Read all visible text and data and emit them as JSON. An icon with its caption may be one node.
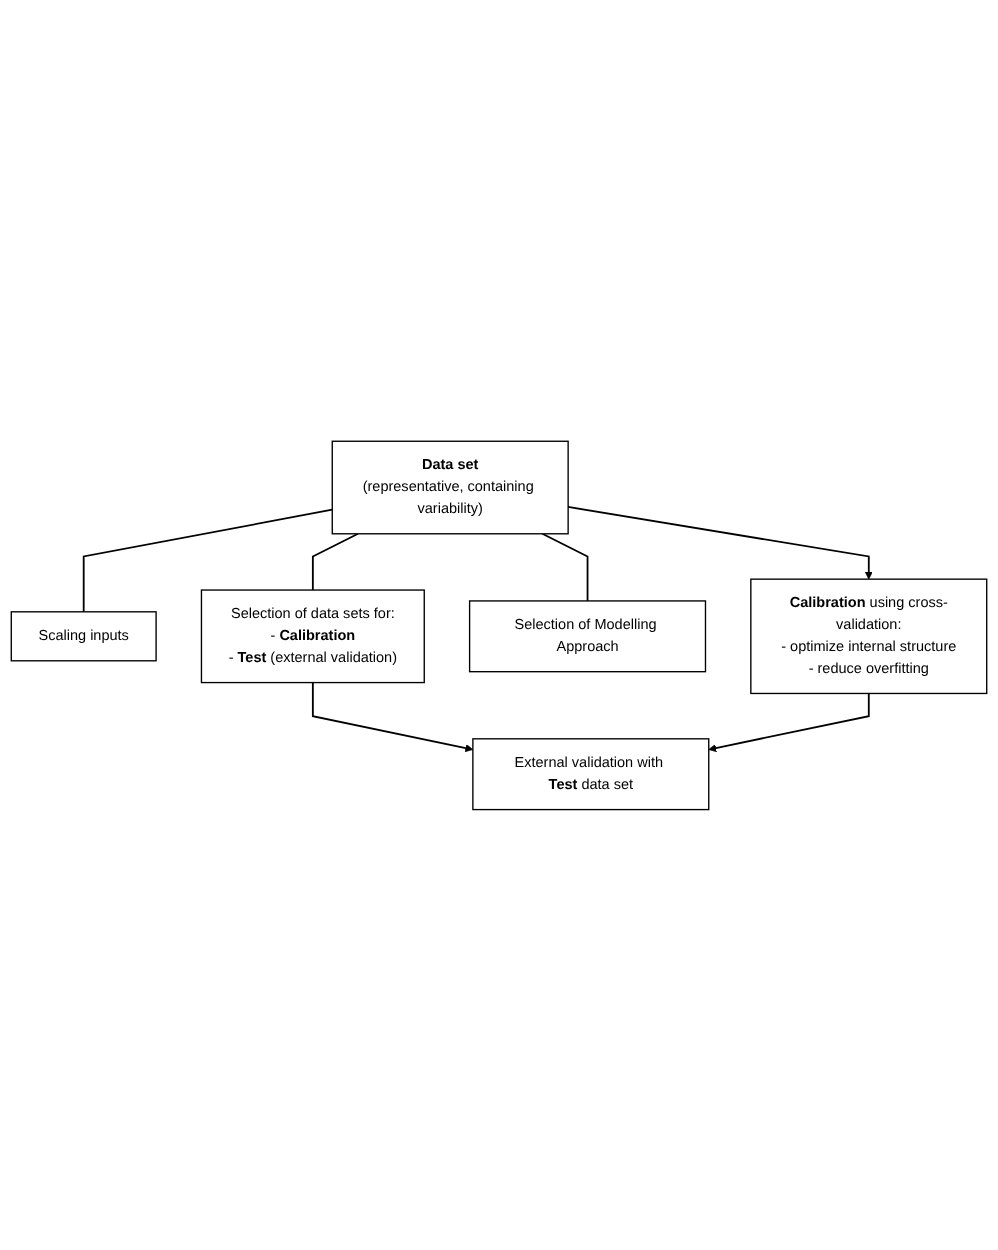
{
  "diagram": {
    "nodes": [
      {
        "text": [
          "Data set",
          "(representative, containing variability)"
        ]
      },
      {
        "text": [
          "Scaling inputs"
        ]
      },
      {
        "text": [
          "Selection of data sets for:",
          "- **Calibration**",
          "- **Test** (external validation)"
        ]
      },
      {
        "text": [
          "Selection of Modelling Approach"
        ]
      },
      {
        "text": [
          "**Calibration** using cross-validation:",
          "- optimize internal structure",
          "- reduce overfitting"
        ]
      },
      {
        "text": [
          "External validation with **Test** data set"
        ]
      }
    ],
    "edges": [
      {
        "from": 0,
        "to": 1,
        "arrow": "none"
      },
      {
        "from": 0,
        "to": 2,
        "arrow": "none"
      },
      {
        "from": 0,
        "to": 3,
        "arrow": "none"
      },
      {
        "from": 0,
        "to": 4,
        "arrow": "to"
      },
      {
        "from": 2,
        "to": 5,
        "arrow": "to"
      },
      {
        "from": 4,
        "to": 5,
        "arrow": "to"
      }
    ]
  }
}
